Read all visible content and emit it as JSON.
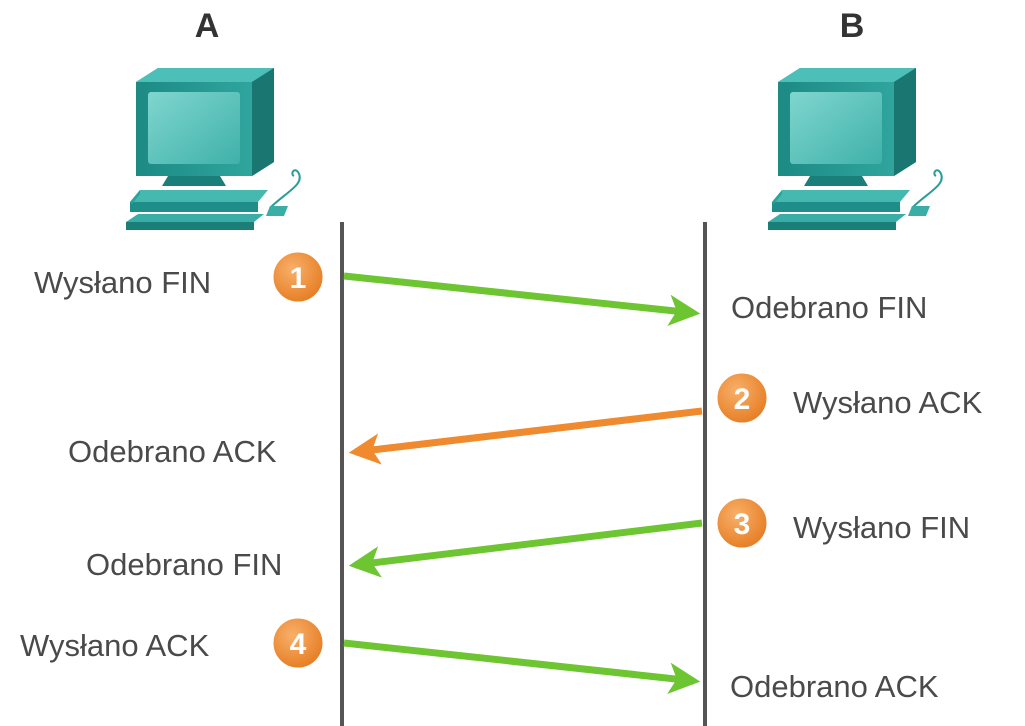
{
  "hosts": {
    "left": {
      "label": "A",
      "icon": "computer-icon"
    },
    "right": {
      "label": "B",
      "icon": "computer-icon"
    }
  },
  "colors": {
    "green_arrow": "#6cc531",
    "orange_arrow": "#ef8a2e",
    "badge_fill": "#ef8a2e",
    "timeline": "#555555",
    "computer_teal": "#2a9d96"
  },
  "steps": [
    {
      "number": "1",
      "sender_label": "Wysłano FIN",
      "receiver_label": "Odebrano FIN",
      "direction": "A-to-B",
      "color": "green"
    },
    {
      "number": "2",
      "sender_label": "Wysłano ACK",
      "receiver_label": "Odebrano ACK",
      "direction": "B-to-A",
      "color": "orange"
    },
    {
      "number": "3",
      "sender_label": "Wysłano FIN",
      "receiver_label": "Odebrano FIN",
      "direction": "B-to-A",
      "color": "green"
    },
    {
      "number": "4",
      "sender_label": "Wysłano ACK",
      "receiver_label": "Odebrano ACK",
      "direction": "A-to-B",
      "color": "green"
    }
  ]
}
